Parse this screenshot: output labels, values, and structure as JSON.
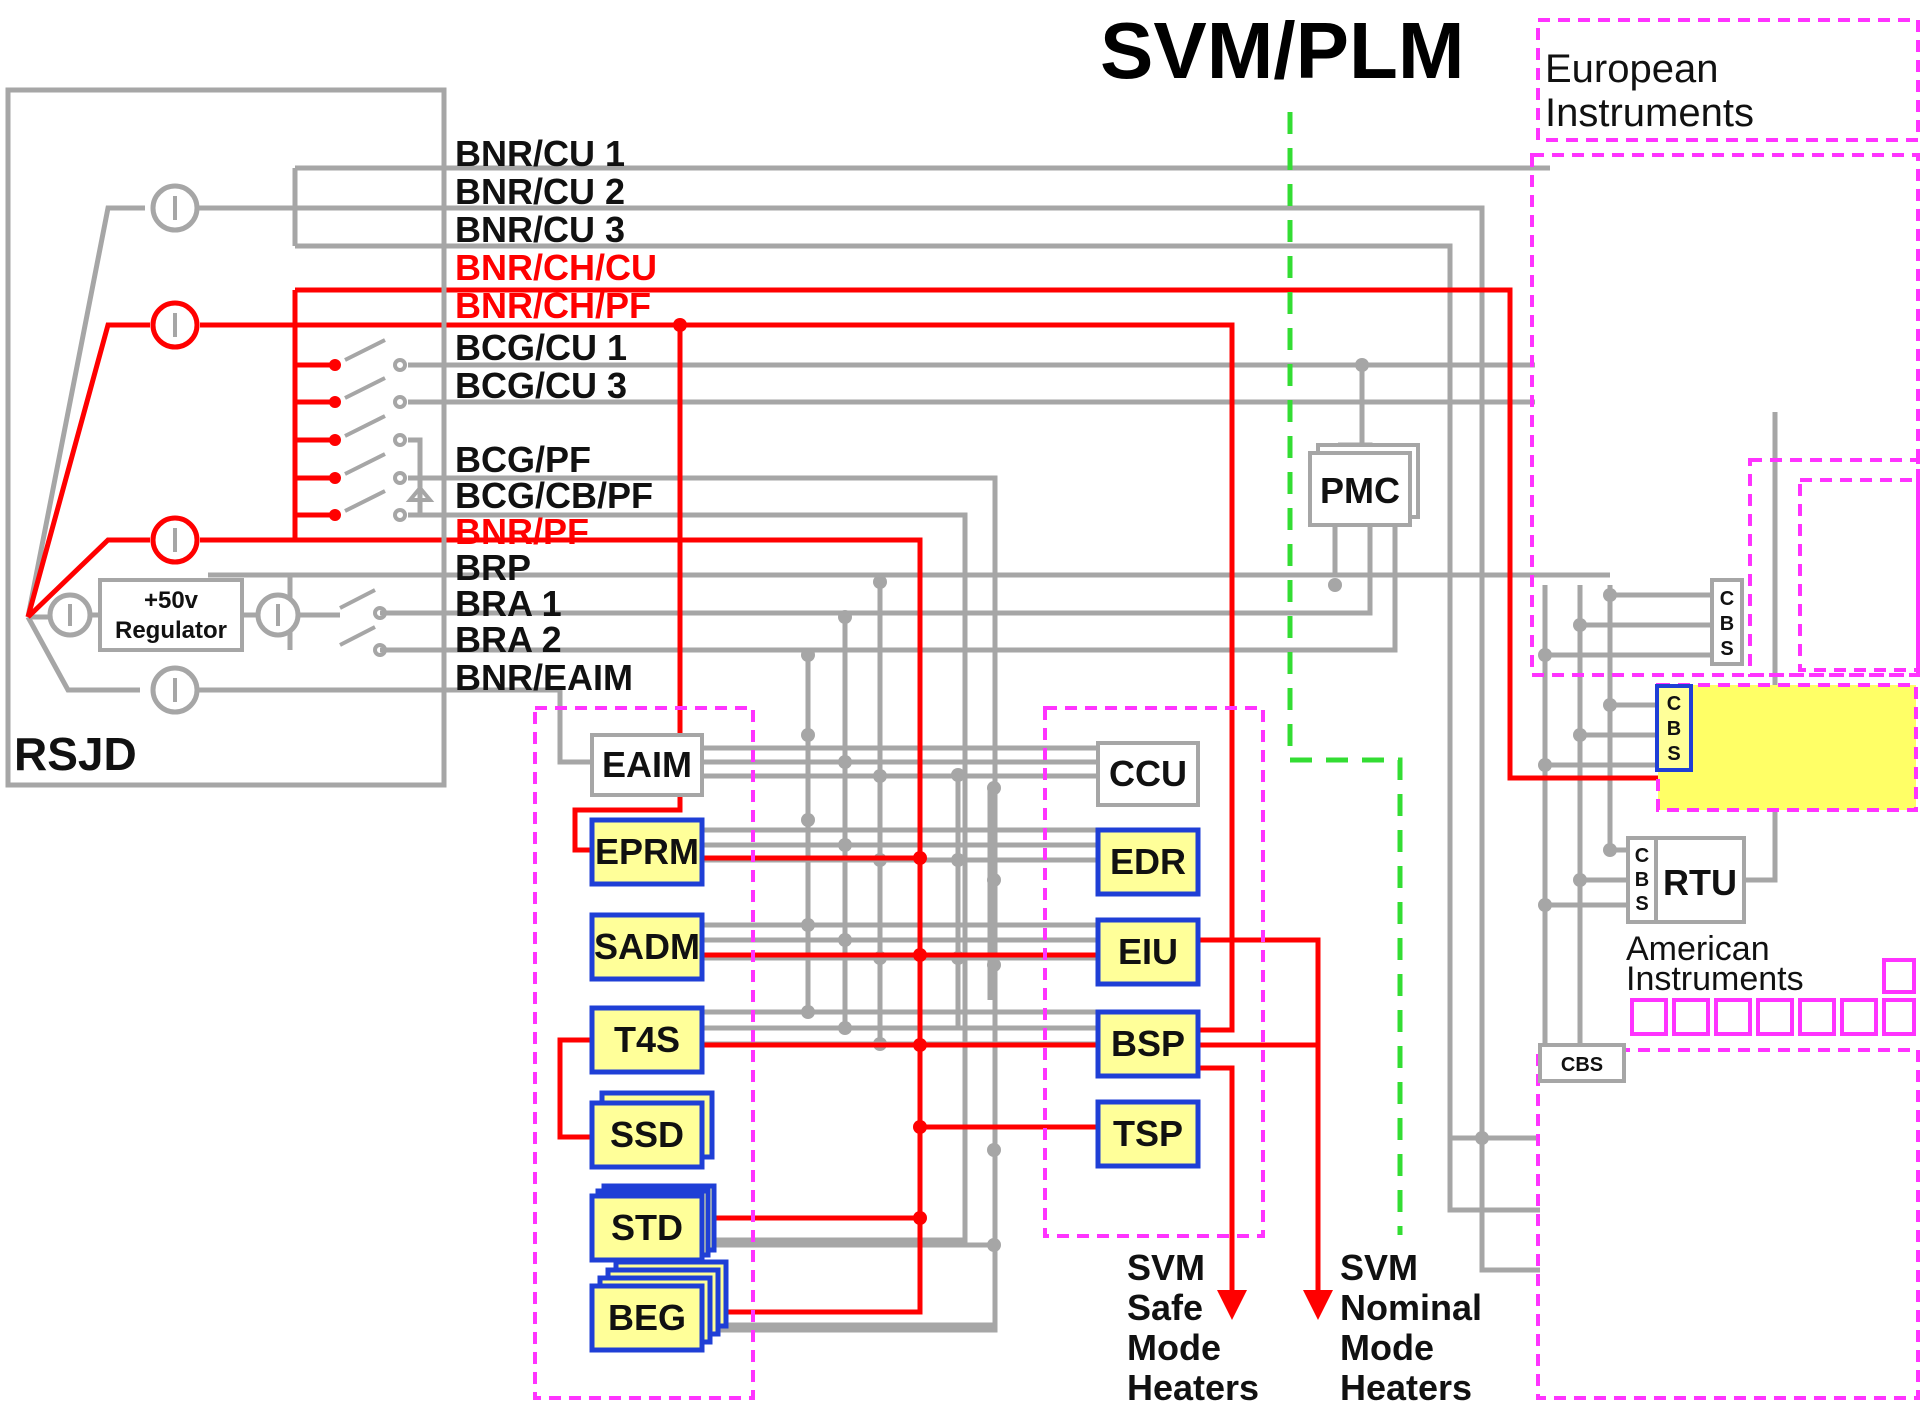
{
  "title": "SVM/PLM",
  "rsjd_label": "RSJD",
  "regulator": {
    "line1": "+50v",
    "line2": "Regulator"
  },
  "buses": {
    "bnr_cu1": "BNR/CU 1",
    "bnr_cu2": "BNR/CU 2",
    "bnr_cu3": "BNR/CU 3",
    "bnr_ch_cu": "BNR/CH/CU",
    "bnr_ch_pf": "BNR/CH/PF",
    "bcg_cu1": "BCG/CU 1",
    "bcg_cu3": "BCG/CU 3",
    "bcg_pf": "BCG/PF",
    "bcg_cb_pf": "BCG/CB/PF",
    "bnr_pf": "BNR/PF",
    "brp": "BRP",
    "bra1": "BRA 1",
    "bra2": "BRA 2",
    "bnr_eaim": "BNR/EAIM"
  },
  "units_left": [
    "EAIM",
    "EPRM",
    "SADM",
    "T4S",
    "SSD",
    "STD",
    "BEG"
  ],
  "units_right": [
    "CCU",
    "EDR",
    "EIU",
    "BSP",
    "TSP"
  ],
  "pmc": "PMC",
  "rtu": "RTU",
  "cbs": {
    "vertical": [
      "C",
      "B",
      "S"
    ],
    "horizontal": "CBS"
  },
  "european_instruments": {
    "line1": "European",
    "line2": "Instruments"
  },
  "american_instruments": {
    "line1": "American",
    "line2": "Instruments"
  },
  "heaters_safe": [
    "SVM",
    "Safe",
    "Mode",
    "Heaters"
  ],
  "heaters_nominal": [
    "SVM",
    "Nominal",
    "Mode",
    "Heaters"
  ],
  "colors": {
    "power_line": "#a6a6a6",
    "heater_line": "#ff0000",
    "instrument_group": "#ff33ff",
    "svm_plm_divider": "#33dd33",
    "unit_fill": "#ffff99",
    "unit_border": "#1f3fd6"
  }
}
